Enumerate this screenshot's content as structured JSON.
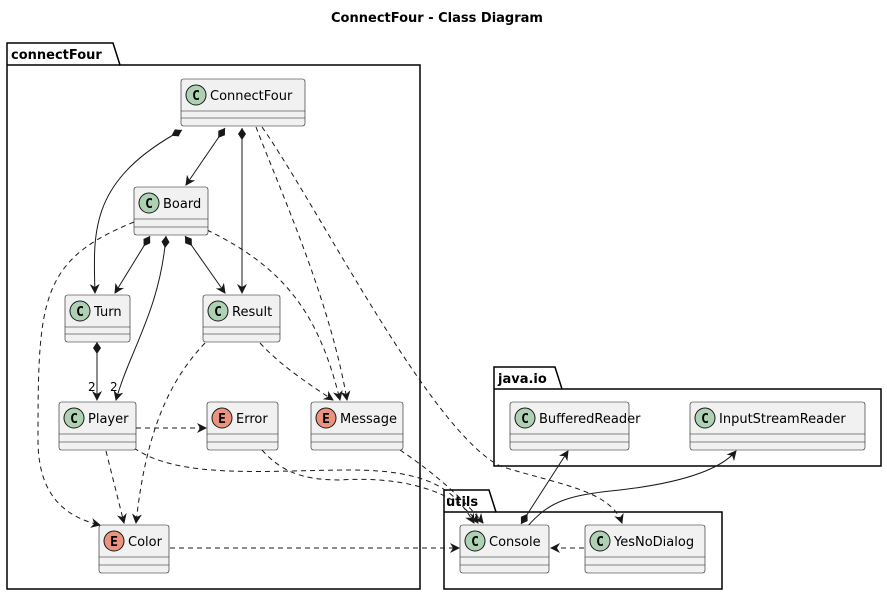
{
  "title": "ConnectFour - Class Diagram",
  "colors": {
    "class_circle": "#add1b2",
    "enum_circle": "#eb937f",
    "box_fill": "#f1f1f1",
    "line": "#181818"
  },
  "packages": {
    "connectFour": "connectFour",
    "java_io": "java.io",
    "utils": "utils"
  },
  "classes": {
    "connectfour": {
      "name": "ConnectFour",
      "kind": "C"
    },
    "board": {
      "name": "Board",
      "kind": "C"
    },
    "turn": {
      "name": "Turn",
      "kind": "C"
    },
    "result": {
      "name": "Result",
      "kind": "C"
    },
    "player": {
      "name": "Player",
      "kind": "C"
    },
    "error": {
      "name": "Error",
      "kind": "E"
    },
    "message": {
      "name": "Message",
      "kind": "E"
    },
    "color": {
      "name": "Color",
      "kind": "E"
    },
    "bufferedreader": {
      "name": "BufferedReader",
      "kind": "C"
    },
    "inputstreamreader": {
      "name": "InputStreamReader",
      "kind": "C"
    },
    "console": {
      "name": "Console",
      "kind": "C"
    },
    "yesnodialog": {
      "name": "YesNoDialog",
      "kind": "C"
    }
  },
  "relations": [
    {
      "from": "ConnectFour",
      "to": "Turn",
      "type": "composition"
    },
    {
      "from": "ConnectFour",
      "to": "Board",
      "type": "composition"
    },
    {
      "from": "ConnectFour",
      "to": "Result",
      "type": "composition"
    },
    {
      "from": "ConnectFour",
      "to": "Message",
      "type": "dependency"
    },
    {
      "from": "ConnectFour",
      "to": "YesNoDialog",
      "type": "dependency"
    },
    {
      "from": "Board",
      "to": "Turn",
      "type": "composition"
    },
    {
      "from": "Board",
      "to": "Player",
      "type": "composition",
      "multiplicity": "2"
    },
    {
      "from": "Board",
      "to": "Result",
      "type": "composition"
    },
    {
      "from": "Board",
      "to": "Message",
      "type": "dependency"
    },
    {
      "from": "Board",
      "to": "Color",
      "type": "dependency"
    },
    {
      "from": "Turn",
      "to": "Player",
      "type": "composition",
      "multiplicity": "2"
    },
    {
      "from": "Result",
      "to": "Message",
      "type": "dependency"
    },
    {
      "from": "Result",
      "to": "Color",
      "type": "dependency"
    },
    {
      "from": "Player",
      "to": "Error",
      "type": "dependency"
    },
    {
      "from": "Player",
      "to": "Color",
      "type": "dependency"
    },
    {
      "from": "Player",
      "to": "Console",
      "type": "dependency"
    },
    {
      "from": "Error",
      "to": "Console",
      "type": "dependency"
    },
    {
      "from": "Message",
      "to": "Console",
      "type": "dependency"
    },
    {
      "from": "Color",
      "to": "Console",
      "type": "dependency"
    },
    {
      "from": "YesNoDialog",
      "to": "Console",
      "type": "dependency"
    },
    {
      "from": "Console",
      "to": "BufferedReader",
      "type": "composition"
    },
    {
      "from": "Console",
      "to": "InputStreamReader",
      "type": "association"
    }
  ],
  "multiplicities": {
    "turn_player": "2",
    "board_player": "2"
  }
}
